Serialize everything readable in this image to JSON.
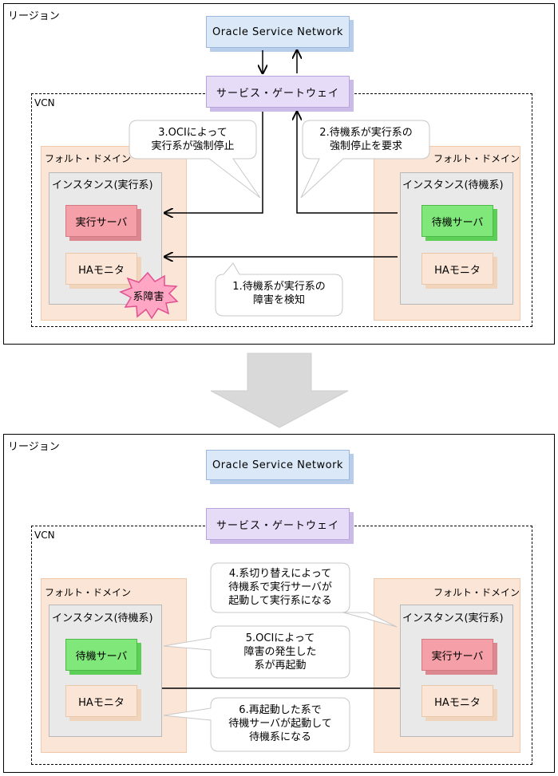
{
  "top": {
    "region_label": "リージョン",
    "osn_label": "Oracle Service Network",
    "gateway_label": "サービス・ゲートウェイ",
    "vcn_label": "VCN",
    "left_fd_label": "フォルト・ドメイン",
    "right_fd_label": "フォルト・ドメイン",
    "left_instance_label": "インスタンス(実行系)",
    "right_instance_label": "インスタンス(待機系)",
    "left_server_label": "実行サーバ",
    "right_server_label": "待機サーバ",
    "left_ha_label": "HAモニタ",
    "right_ha_label": "HAモニタ",
    "failure_label": "系障害",
    "callout_3": [
      "3.OCIによって",
      "実行系が強制停止"
    ],
    "callout_2": [
      "2.待機系が実行系の",
      "強制停止を要求"
    ],
    "callout_1": [
      "1.待機系が実行系の",
      "障害を検知"
    ]
  },
  "bottom": {
    "region_label": "リージョン",
    "osn_label": "Oracle Service Network",
    "gateway_label": "サービス・ゲートウェイ",
    "vcn_label": "VCN",
    "left_fd_label": "フォルト・ドメイン",
    "right_fd_label": "フォルト・ドメイン",
    "left_instance_label": "インスタンス(待機系)",
    "right_instance_label": "インスタンス(実行系)",
    "left_server_label": "待機サーバ",
    "right_server_label": "実行サーバ",
    "left_ha_label": "HAモニタ",
    "right_ha_label": "HAモニタ",
    "callout_4": [
      "4.系切り替えによって",
      "待機系で実行サーバが",
      "起動して実行系になる"
    ],
    "callout_5": [
      "5.OCIによって",
      "障害の発生した",
      "系が再起動"
    ],
    "callout_6": [
      "6.再起動した系で",
      "待機サーバが起動して",
      "待機系になる"
    ]
  },
  "colors": {
    "active_server": "#f5a0a8",
    "standby_server": "#80e87a",
    "fault_domain": "#fbe5d6",
    "osn": "#dbe8f7",
    "gateway": "#e7dcf7",
    "failure_burst": "#ffa6c4"
  }
}
